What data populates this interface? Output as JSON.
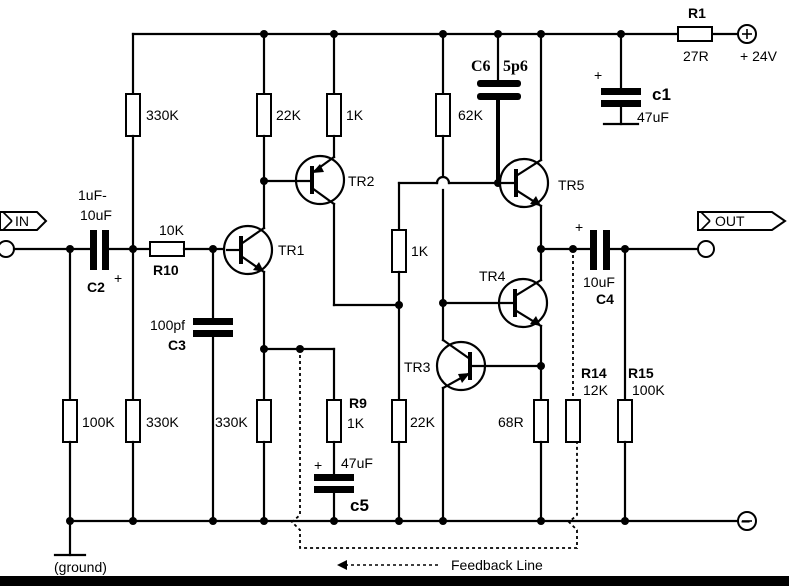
{
  "labels": {
    "r1": "R1",
    "r1_val": "27R",
    "supply": "+ 24V",
    "c1": "c1",
    "c1_val": "47uF",
    "c6": "C6",
    "c6_val": "5p6",
    "r_330k_top": "330K",
    "r_22k": "22K",
    "r_1k_top": "1K",
    "r_62k": "62K",
    "tr1": "TR1",
    "tr2": "TR2",
    "tr3": "TR3",
    "tr4": "TR4",
    "tr5": "TR5",
    "in": "IN",
    "out": "OUT",
    "c2_val1": "1uF-",
    "c2_val2": "10uF",
    "c2": "C2",
    "r10_val": "10K",
    "r10": "R10",
    "c3_val": "100pf",
    "c3": "C3",
    "r_1k_mid": "1K",
    "c4_val": "10uF",
    "c4": "C4",
    "r14": "R14",
    "r14_val": "12K",
    "r15": "R15",
    "r15_val": "100K",
    "r_100k": "100K",
    "r_330k_b1": "330K",
    "r_330k_b2": "330K",
    "r9": "R9",
    "r9_val": "1K",
    "c5_val": "47uF",
    "c5": "c5",
    "r_22k_b": "22K",
    "r_68r": "68R",
    "ground": "(ground)",
    "minus": "−",
    "plus_sym": "+",
    "cap_plus": "+",
    "feedback": "Feedback Line"
  }
}
